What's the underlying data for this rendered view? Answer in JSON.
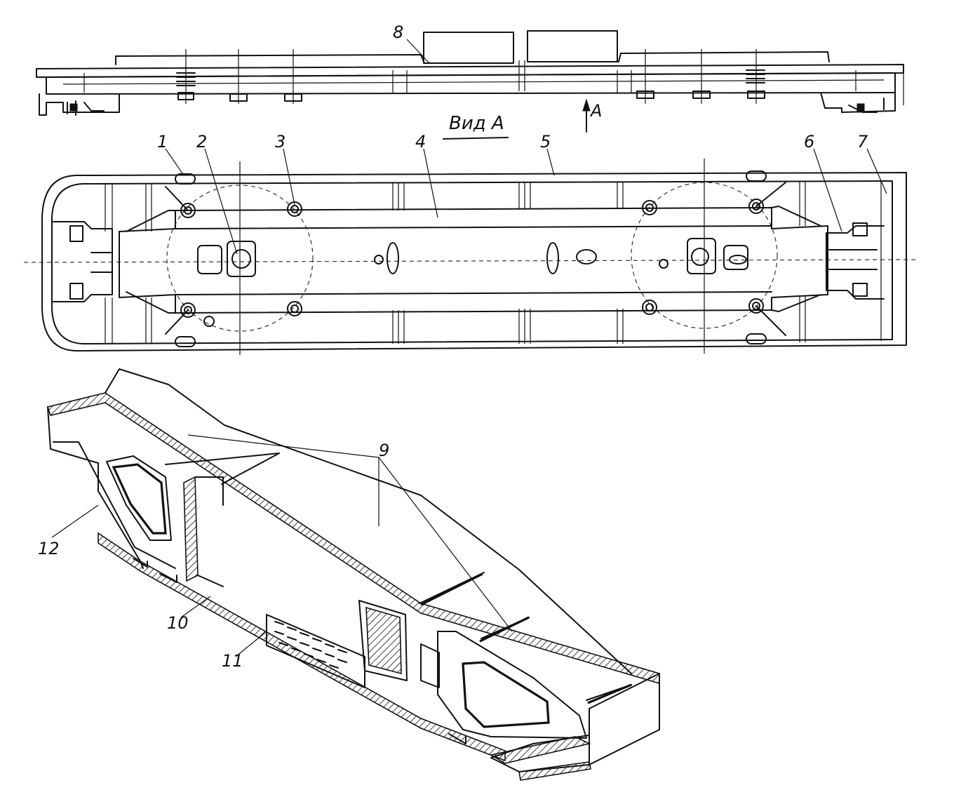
{
  "figure": {
    "view_title": "Вид А",
    "view_arrow_letter": "A",
    "callouts": [
      "1",
      "2",
      "3",
      "4",
      "5",
      "6",
      "7",
      "8",
      "9",
      "10",
      "11",
      "12"
    ]
  }
}
